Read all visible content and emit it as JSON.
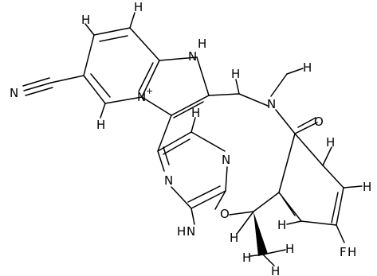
{
  "labels": {
    "h1": "H",
    "h2": "H",
    "h3": "H",
    "h4": "H",
    "h5": "H",
    "h6": "H",
    "h7": "H",
    "h8": "H",
    "h9": "H",
    "h10": "H",
    "h11": "H",
    "h12": "H",
    "h13": "H",
    "h14": "H",
    "h15": "H",
    "n_nitrile": "N",
    "n_plus": "N",
    "plus": "+",
    "n_ring_top": "N",
    "n_amide": "N",
    "n_pyr_left": "N",
    "n_pyr_right": "N",
    "o_carbonyl": "O",
    "o_ether": "O",
    "nh2_n": "N",
    "nh2_h": "H",
    "fluorine": "F"
  }
}
